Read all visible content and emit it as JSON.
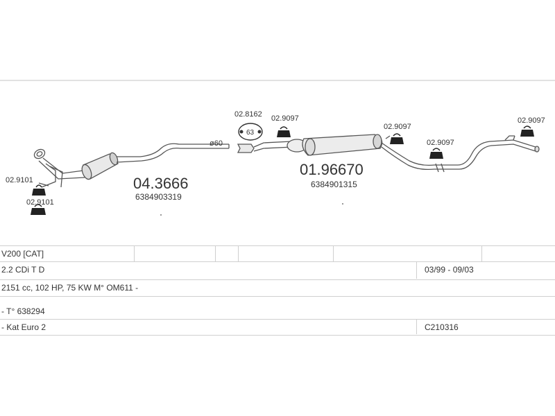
{
  "diagram": {
    "parts": [
      {
        "id": "clamp-left-1",
        "label": "02.9101"
      },
      {
        "id": "clamp-left-2",
        "label": "02.9101"
      },
      {
        "id": "front-pipe-cat",
        "label": "04.3666",
        "sublabel": "6384903319"
      },
      {
        "id": "pipe-diameter",
        "label": "ø60"
      },
      {
        "id": "gasket",
        "label": "02.8162",
        "badge": "63"
      },
      {
        "id": "hanger-mid",
        "label": "02.9097"
      },
      {
        "id": "rear-silencer",
        "label": "01.96670",
        "sublabel": "6384901315"
      },
      {
        "id": "hanger-right-1",
        "label": "02.9097"
      },
      {
        "id": "hanger-right-2",
        "label": "02.9097"
      },
      {
        "id": "hanger-tail",
        "label": "02.9097"
      }
    ]
  },
  "table": {
    "rows": [
      {
        "left": "V200  [CAT]",
        "right": ""
      },
      {
        "left": "2.2 CDi T D",
        "right": "03/99 - 09/03"
      },
      {
        "left": "2151 cc, 102 HP, 75 KW M° OM611 -",
        "right": ""
      },
      {
        "left": "- T° 638294",
        "right": ""
      },
      {
        "left": "- Kat Euro 2",
        "right": "C210316"
      }
    ]
  },
  "colors": {
    "line": "#555555",
    "border": "#cfcfcf",
    "text": "#333333"
  }
}
